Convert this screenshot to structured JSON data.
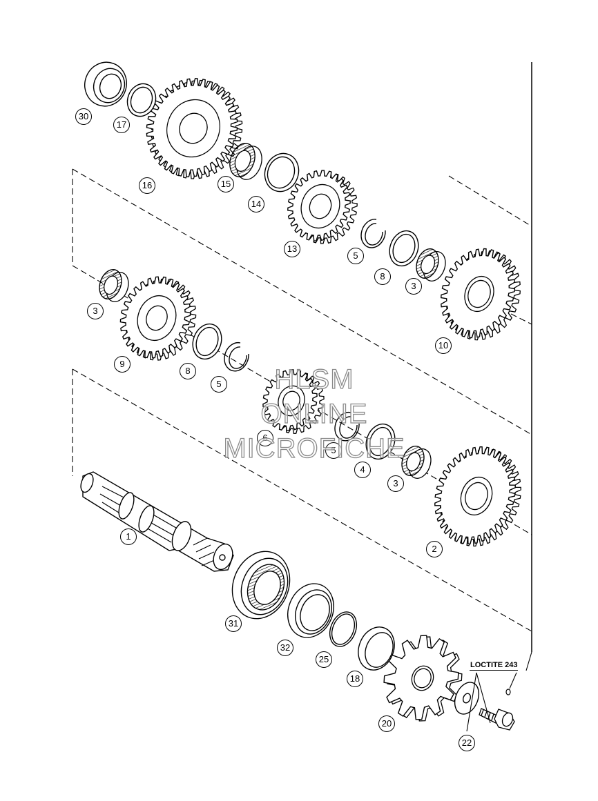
{
  "title": "",
  "parts": {
    "p1": "1",
    "p2": "2",
    "p3a": "3",
    "p3b": "3",
    "p3c": "3",
    "p4": "4",
    "p5a": "5",
    "p5b": "5",
    "p5c": "5",
    "p6": "6",
    "p8a": "8",
    "p8b": "8",
    "p9": "9",
    "p10": "10",
    "p13": "13",
    "p14": "14",
    "p15": "15",
    "p16": "16",
    "p17": "17",
    "p18": "18",
    "p20": "20",
    "p22": "22",
    "p25": "25",
    "p30": "30",
    "p31": "31",
    "p32": "32"
  },
  "note": "LOCTITE 243",
  "watermark": {
    "line1": "HLSM",
    "line2": "ONLINE",
    "line3": "MICROFICHE"
  },
  "colors": {
    "ink": "#000000",
    "paper": "#ffffff",
    "watermark": "#8a8a8a"
  }
}
